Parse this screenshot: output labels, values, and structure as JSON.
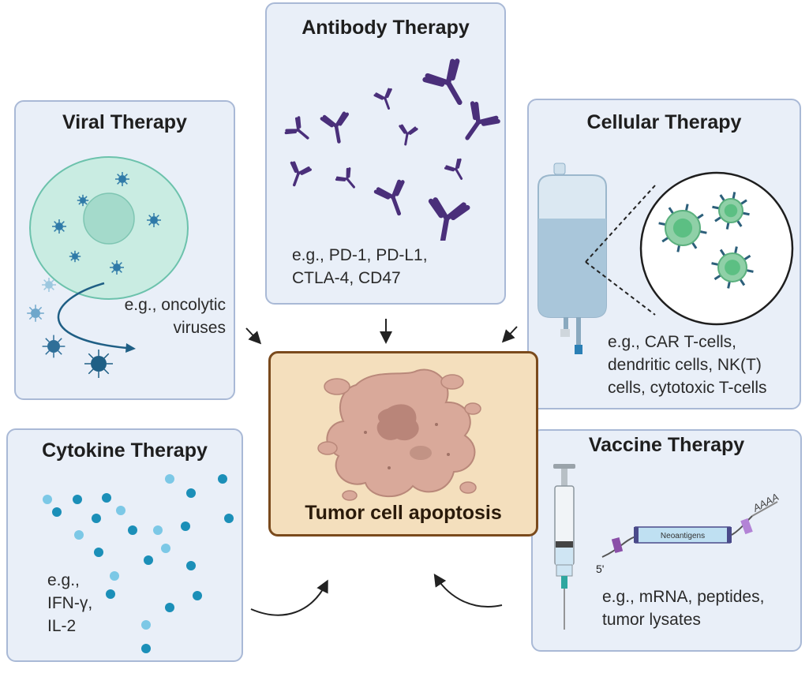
{
  "panels": {
    "viral": {
      "title": "Viral Therapy",
      "line1": "e.g., oncolytic",
      "line2": "viruses"
    },
    "antibody": {
      "title": "Antibody Therapy",
      "line1": "e.g., PD-1, PD-L1,",
      "line2": "CTLA-4, CD47"
    },
    "cellular": {
      "title": "Cellular Therapy",
      "line1": "e.g., CAR T-cells,",
      "line2": "dendritic cells, NK(T)",
      "line3": "cells, cytotoxic T-cells"
    },
    "cytokine": {
      "title": "Cytokine Therapy",
      "line1": "e.g.,",
      "line2": "IFN-γ,",
      "line3": "IL-2"
    },
    "vaccine": {
      "title": "Vaccine Therapy",
      "line1": "e.g., mRNA, peptides,",
      "line2": "tumor lysates",
      "neoantigen_label": "Neoantigens",
      "five_prime": "5'",
      "poly_a": "AAAA"
    }
  },
  "center": {
    "label": "Tumor cell apoptosis"
  },
  "colors": {
    "panel_fill": "#e9eff8",
    "panel_border": "#a9b9d6",
    "antibody": "#4a2f7a",
    "viral_cell": "#bfe6dc",
    "virus": "#1f5f85",
    "tcell": "#6cc38a",
    "tumor": "#d9a99a",
    "tumor_box": "#f4dfbd",
    "cytokine": "#1b8fb8"
  }
}
